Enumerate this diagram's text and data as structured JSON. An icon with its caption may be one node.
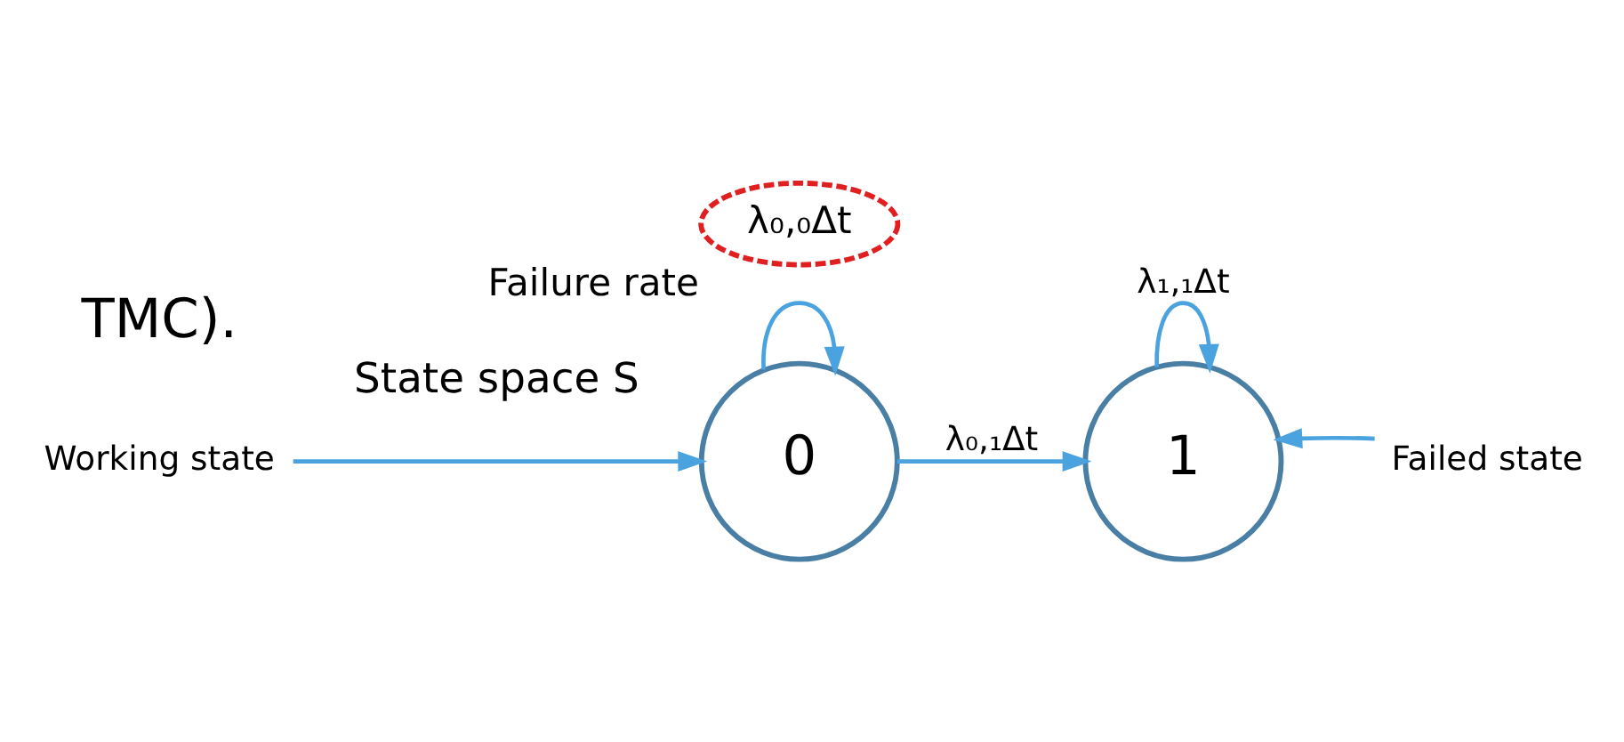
{
  "diagram": {
    "nodes": [
      {
        "text": [
          "0"
        ]
      },
      {
        "text": [
          "1"
        ]
      },
      {
        "text": [
          "Working state"
        ]
      },
      {
        "text": [
          "Failed state"
        ]
      },
      {
        "text": [
          "λ₀,₀Δt"
        ],
        "beside": [
          "Failure rate"
        ]
      }
    ],
    "edges": [
      {
        "from": 0,
        "to": 0,
        "arrow": "to"
      },
      {
        "from": 1,
        "to": 1,
        "arrow": "to",
        "label": "λ₁,₁Δt"
      },
      {
        "from": 0,
        "to": 1,
        "arrow": "to",
        "label": "λ₀,₁Δt"
      },
      {
        "from": 2,
        "to": 0,
        "arrow": "to"
      },
      {
        "from": 3,
        "to": 1,
        "arrow": "to"
      }
    ],
    "labels": [
      "TMC).",
      "State space S"
    ]
  }
}
